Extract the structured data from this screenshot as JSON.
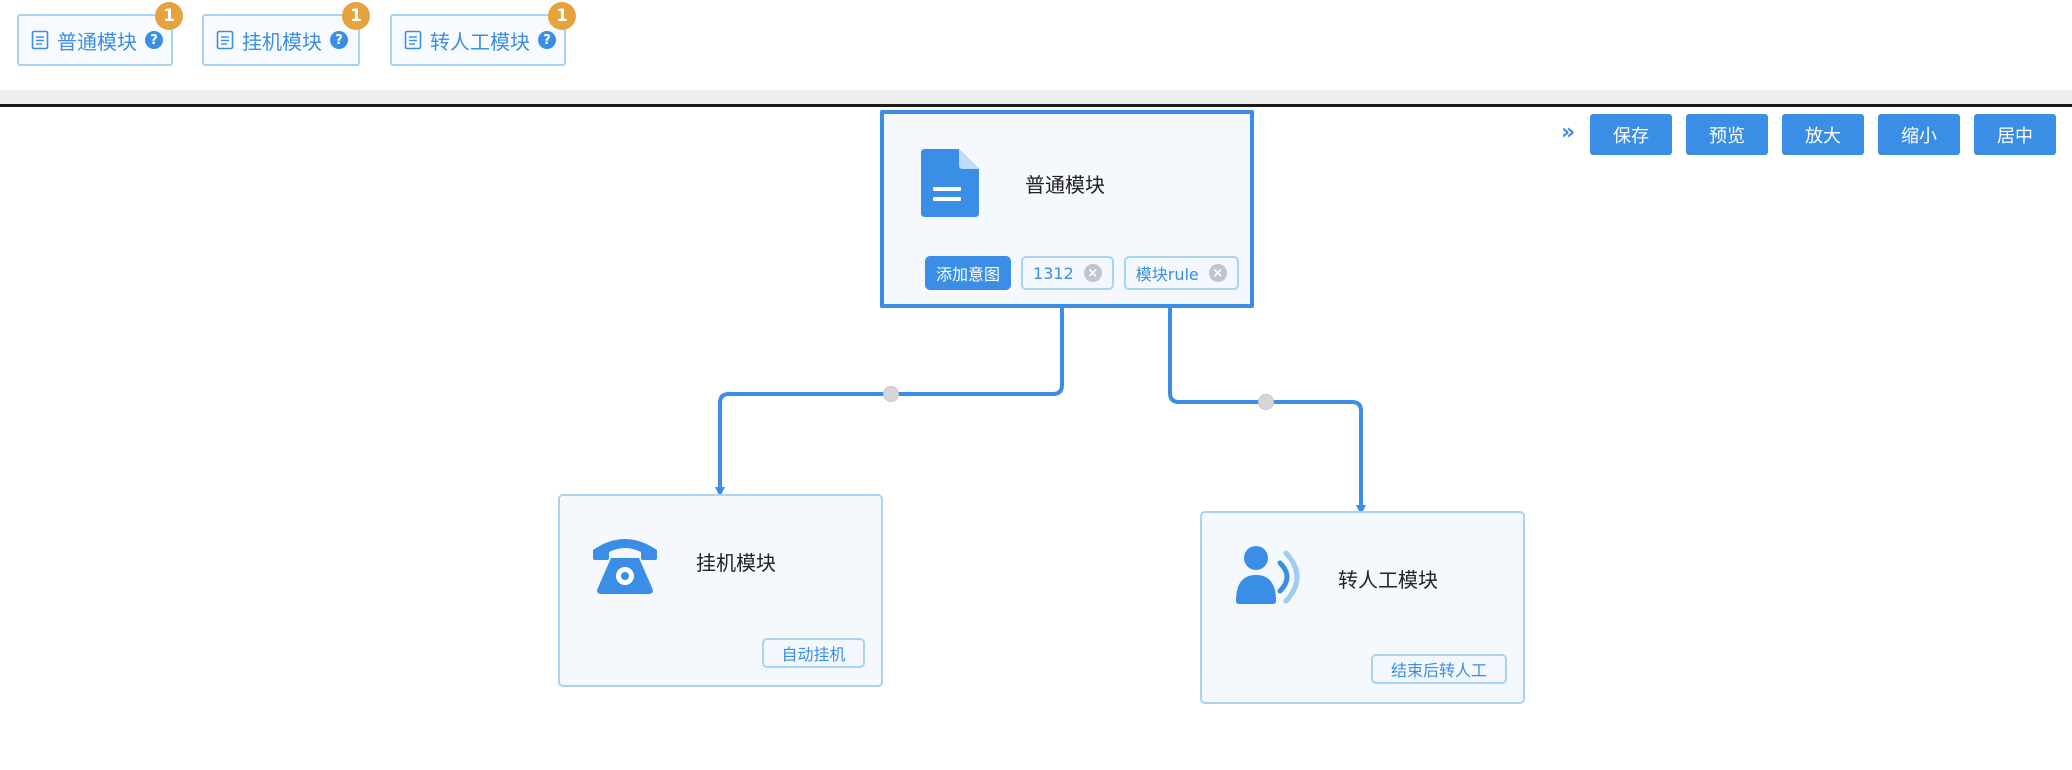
{
  "palette": {
    "items": [
      {
        "label": "普通模块",
        "badge": "1",
        "help": "?"
      },
      {
        "label": "挂机模块",
        "badge": "1",
        "help": "?"
      },
      {
        "label": "转人工模块",
        "badge": "1",
        "help": "?"
      }
    ]
  },
  "toolbar": {
    "collapse_glyph": "»",
    "buttons": {
      "save": "保存",
      "preview": "预览",
      "zoom_in": "放大",
      "zoom_out": "缩小",
      "center": "居中"
    }
  },
  "flow": {
    "nodes": {
      "normal": {
        "title": "普通模块",
        "add_intent_label": "添加意图",
        "tags": [
          {
            "label": "1312",
            "remove": "×"
          },
          {
            "label": "模块rule",
            "remove": "×"
          }
        ]
      },
      "hangup": {
        "title": "挂机模块",
        "tag": "自动挂机"
      },
      "transfer": {
        "title": "转人工模块",
        "tag": "结束后转人工"
      }
    }
  },
  "colors": {
    "accent": "#3a8ee6",
    "border_light": "#a9d2f3",
    "badge": "#e6a23c",
    "node_bg": "#f5f9fd"
  },
  "icons": {
    "palette_item": "document-icon",
    "help": "question-circle-icon",
    "collapse": "double-chevron-right-icon",
    "normal_node": "document-icon",
    "hangup_node": "telephone-icon",
    "transfer_node": "agent-headset-icon",
    "tag_remove": "close-circle-icon",
    "edge_handle": "dot-icon"
  }
}
